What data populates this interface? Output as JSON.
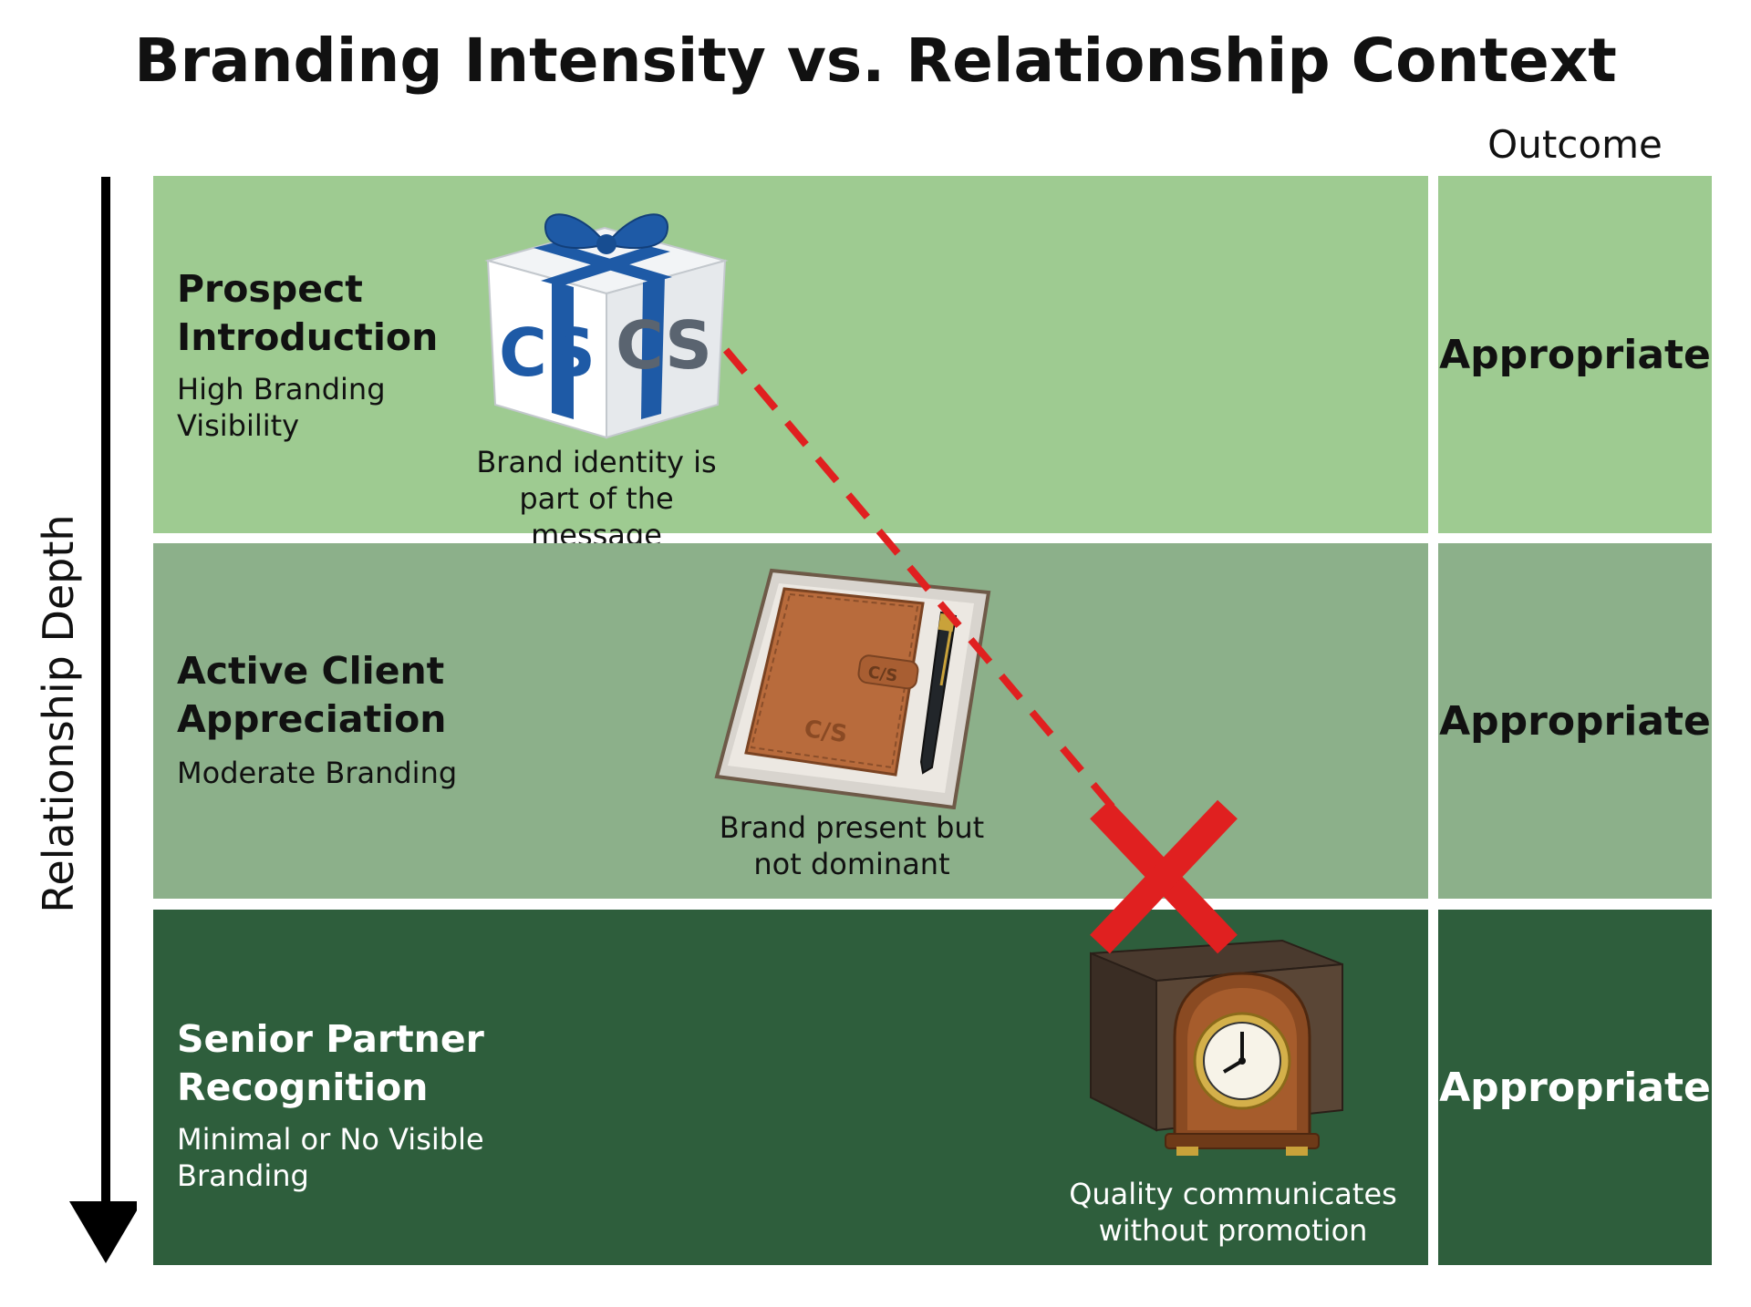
{
  "title": "Branding Intensity vs. Relationship Context",
  "outcome_header": "Outcome",
  "axis_label": "Relationship Depth",
  "colors": {
    "row1": "#9ecb91",
    "row2": "#8cb08a",
    "row3": "#2e5e3c",
    "trend_line": "#e02020",
    "ribbon": "#1e5aa6",
    "leather": "#b86b3c",
    "wood": "#8a4a22"
  },
  "rows": [
    {
      "title": "Prospect Introduction",
      "subtitle": "High Branding Visibility",
      "caption": "Brand identity is part of the message",
      "outcome": "Appropriate",
      "icon": "gift-box-icon",
      "logo": "CS"
    },
    {
      "title": "Active Client Appreciation",
      "subtitle": "Moderate Branding",
      "caption": "Brand present but not dominant",
      "outcome": "Appropriate",
      "icon": "leather-portfolio-pen-icon",
      "logo": "C/S"
    },
    {
      "title": "Senior Partner Recognition",
      "subtitle": "Minimal or No Visible Branding",
      "caption": "Quality communicates without promotion",
      "outcome": "Appropriate",
      "icon": "mantel-clock-icon"
    }
  ]
}
